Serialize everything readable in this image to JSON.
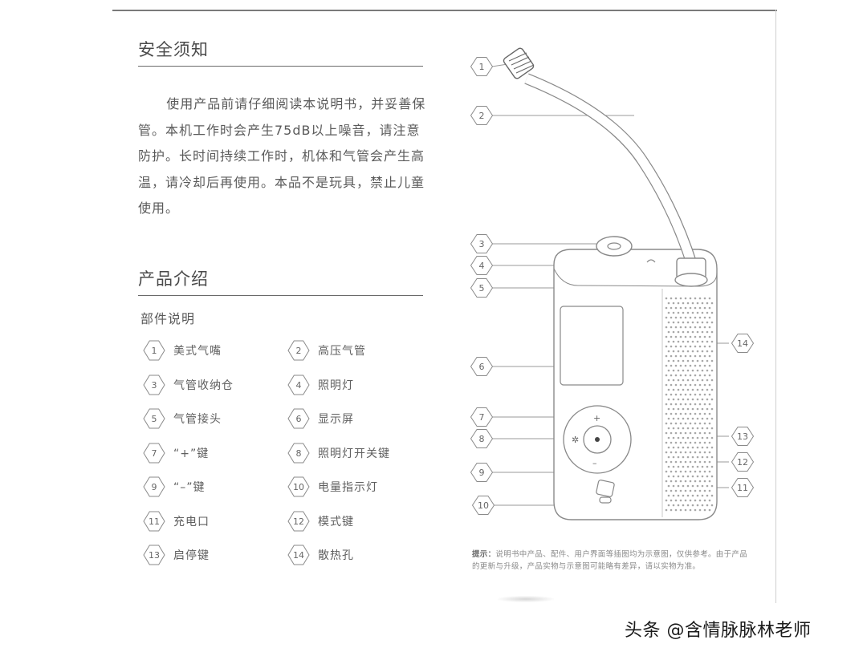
{
  "safety": {
    "title": "安全须知",
    "paragraph": "使用产品前请仔细阅读本说明书，并妥善保管。本机工作时会产生75dB以上噪音，请注意防护。长时间持续工作时，机体和气管会产生高温，请冷却后再使用。本品不是玩具，禁止儿童使用。"
  },
  "intro": {
    "title": "产品介绍",
    "subtitle": "部件说明",
    "parts": [
      {
        "num": "1",
        "label": "美式气嘴"
      },
      {
        "num": "2",
        "label": "高压气管"
      },
      {
        "num": "3",
        "label": "气管收纳仓"
      },
      {
        "num": "4",
        "label": "照明灯"
      },
      {
        "num": "5",
        "label": "气管接头"
      },
      {
        "num": "6",
        "label": "显示屏"
      },
      {
        "num": "7",
        "label": "“+”键"
      },
      {
        "num": "8",
        "label": "照明灯开关键"
      },
      {
        "num": "9",
        "label": "“–”键"
      },
      {
        "num": "10",
        "label": "电量指示灯"
      },
      {
        "num": "11",
        "label": "充电口"
      },
      {
        "num": "12",
        "label": "模式键"
      },
      {
        "num": "13",
        "label": "启停键"
      },
      {
        "num": "14",
        "label": "散热孔"
      }
    ]
  },
  "diagram": {
    "callouts": [
      "1",
      "2",
      "3",
      "4",
      "5",
      "6",
      "7",
      "8",
      "9",
      "10",
      "11",
      "12",
      "13",
      "14"
    ],
    "plus_symbol": "+",
    "minus_symbol": "–"
  },
  "note": {
    "prefix": "提示：",
    "text": "说明书中产品、配件、用户界面等插图均为示意图，仅供参考。由于产品的更新与升级，产品实物与示意图可能略有差异，请以实物为准。"
  },
  "watermark": "头条 @含情脉脉林老师"
}
